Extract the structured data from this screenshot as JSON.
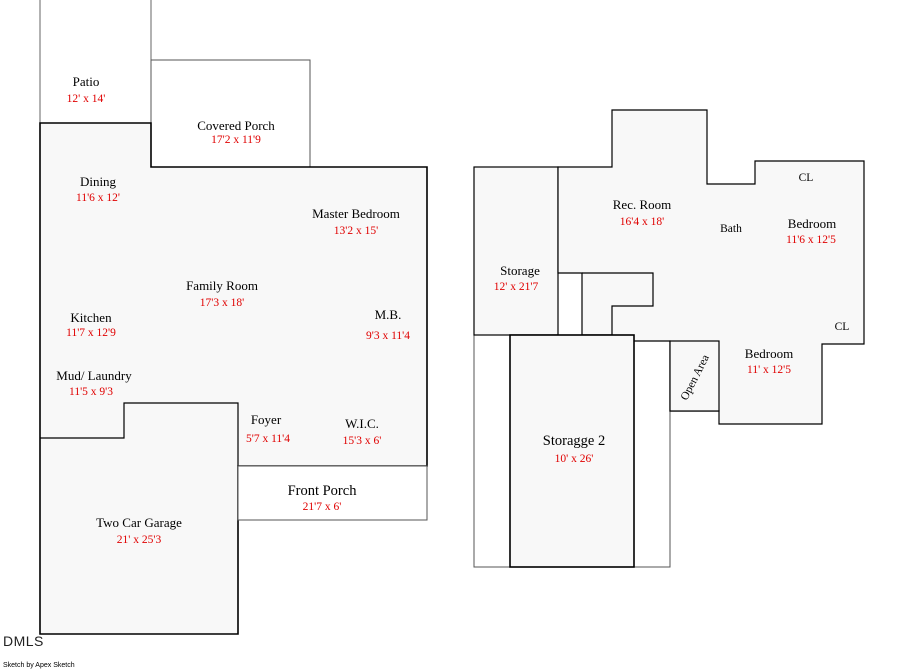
{
  "plan": {
    "colors": {
      "label": "#000000",
      "dimension": "#e00000",
      "wall": "#000000",
      "fill": "#f8f8f8"
    },
    "first_floor": {
      "patio": {
        "name": "Patio",
        "size": "12' x 14'"
      },
      "covered_porch": {
        "name": "Covered Porch",
        "size": "17'2 x 11'9"
      },
      "dining": {
        "name": "Dining",
        "size": "11'6 x 12'"
      },
      "master_bedroom": {
        "name": "Master Bedroom",
        "size": "13'2 x 15'"
      },
      "family_room": {
        "name": "Family Room",
        "size": "17'3 x 18'"
      },
      "kitchen": {
        "name": "Kitchen",
        "size": "11'7 x 12'9"
      },
      "mb": {
        "name": "M.B.",
        "size": "9'3 x 11'4"
      },
      "mud_laundry": {
        "name": "Mud/ Laundry",
        "size": "11'5 x 9'3"
      },
      "foyer": {
        "name": "Foyer",
        "size": "5'7 x 11'4"
      },
      "wic": {
        "name": "W.I.C.",
        "size": "15'3 x 6'"
      },
      "front_porch": {
        "name": "Front Porch",
        "size": "21'7 x 6'"
      },
      "garage": {
        "name": "Two Car Garage",
        "size": "21' x 25'3"
      }
    },
    "second_floor": {
      "storage": {
        "name": "Storage",
        "size": "12' x 21'7"
      },
      "rec_room": {
        "name": "Rec. Room",
        "size": "16'4 x 18'"
      },
      "cl_top": {
        "name": "CL"
      },
      "bath": {
        "name": "Bath"
      },
      "bedroom_1": {
        "name": "Bedroom",
        "size": "11'6 x 12'5"
      },
      "cl_right": {
        "name": "CL"
      },
      "open_area": {
        "name": "Open Area"
      },
      "bedroom_2": {
        "name": "Bedroom",
        "size": "11' x 12'5"
      },
      "storage_2": {
        "name": "Storagge 2",
        "size": "10' x 26'"
      }
    }
  },
  "footer": {
    "logo": "DMLS",
    "credit": "Sketch by Apex Sketch"
  }
}
